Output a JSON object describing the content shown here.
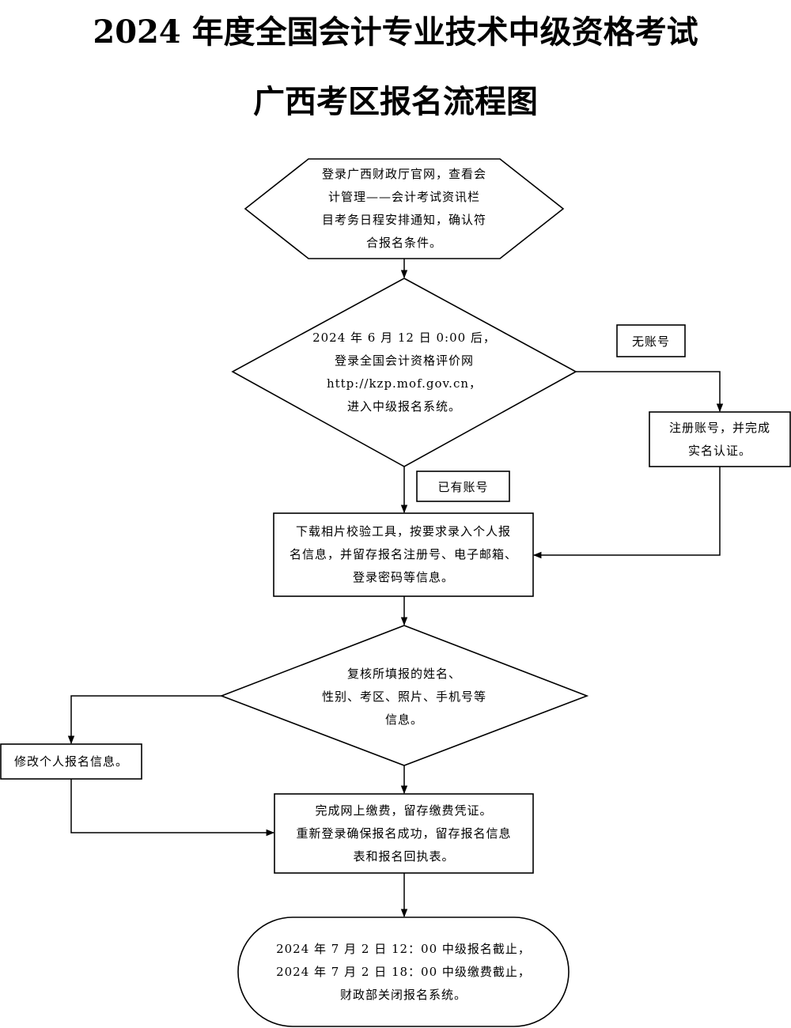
{
  "title": {
    "line1": "2024 年度全国会计专业技术中级资格考试",
    "line2": "广西考区报名流程图"
  },
  "nodes": {
    "start": {
      "lines": [
        "登录广西财政厅官网，查看会",
        "计管理——会计考试资讯栏",
        "目考务日程安排通知，确认符",
        "合报名条件。"
      ]
    },
    "login": {
      "lines": [
        "2024 年 6 月 12 日 0:00 后，",
        "登录全国会计资格评价网",
        "http://kzp.mof.gov.cn，",
        "进入中级报名系统。"
      ]
    },
    "register": {
      "lines": [
        "注册账号，并完成",
        "实名认证。"
      ]
    },
    "download": {
      "lines": [
        "下载相片校验工具，按要求录入个人报",
        "名信息，并留存报名注册号、电子邮箱、",
        "登录密码等信息。"
      ]
    },
    "review": {
      "lines": [
        "复核所填报的姓名、",
        "性别、考区、照片、手机号等",
        "信息。"
      ]
    },
    "modify": {
      "lines": [
        "修改个人报名信息。"
      ]
    },
    "pay": {
      "lines": [
        "完成网上缴费，留存缴费凭证。",
        "重新登录确保报名成功，留存报名信息",
        "表和报名回执表。"
      ]
    },
    "end": {
      "lines": [
        "2024 年 7 月 2 日 12：00 中级报名截止，",
        "2024 年 7 月 2 日 18：00 中级缴费截止，",
        "财政部关闭报名系统。"
      ]
    }
  },
  "labels": {
    "no_account": "无账号",
    "has_account": "已有账号"
  }
}
